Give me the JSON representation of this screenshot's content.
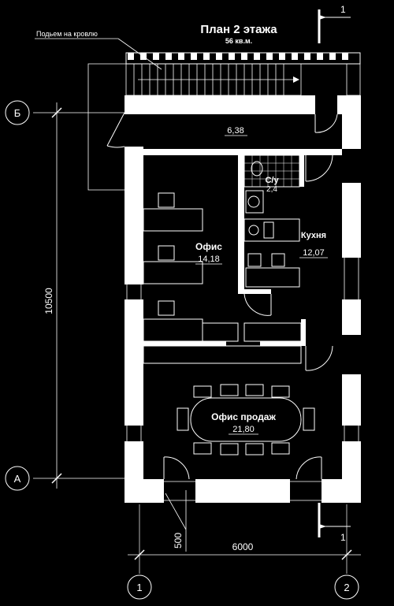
{
  "title": "План 2 этажа",
  "subtitle": "56 кв.м.",
  "roof_access_label": "Подьем на кровлю",
  "section_mark": "1",
  "axes": {
    "letters": [
      "Б",
      "А"
    ],
    "numbers": [
      "1",
      "2"
    ]
  },
  "dimensions": {
    "vertical": "10500",
    "horizontal": "6000",
    "offset": "500"
  },
  "rooms": [
    {
      "name": "",
      "area": "6,38"
    },
    {
      "name": "С/у",
      "area": "2,4"
    },
    {
      "name": "Кухня",
      "area": "12,07"
    },
    {
      "name": "Офис",
      "area": "14,18"
    },
    {
      "name": "Офис продаж",
      "area": "21,80"
    }
  ]
}
